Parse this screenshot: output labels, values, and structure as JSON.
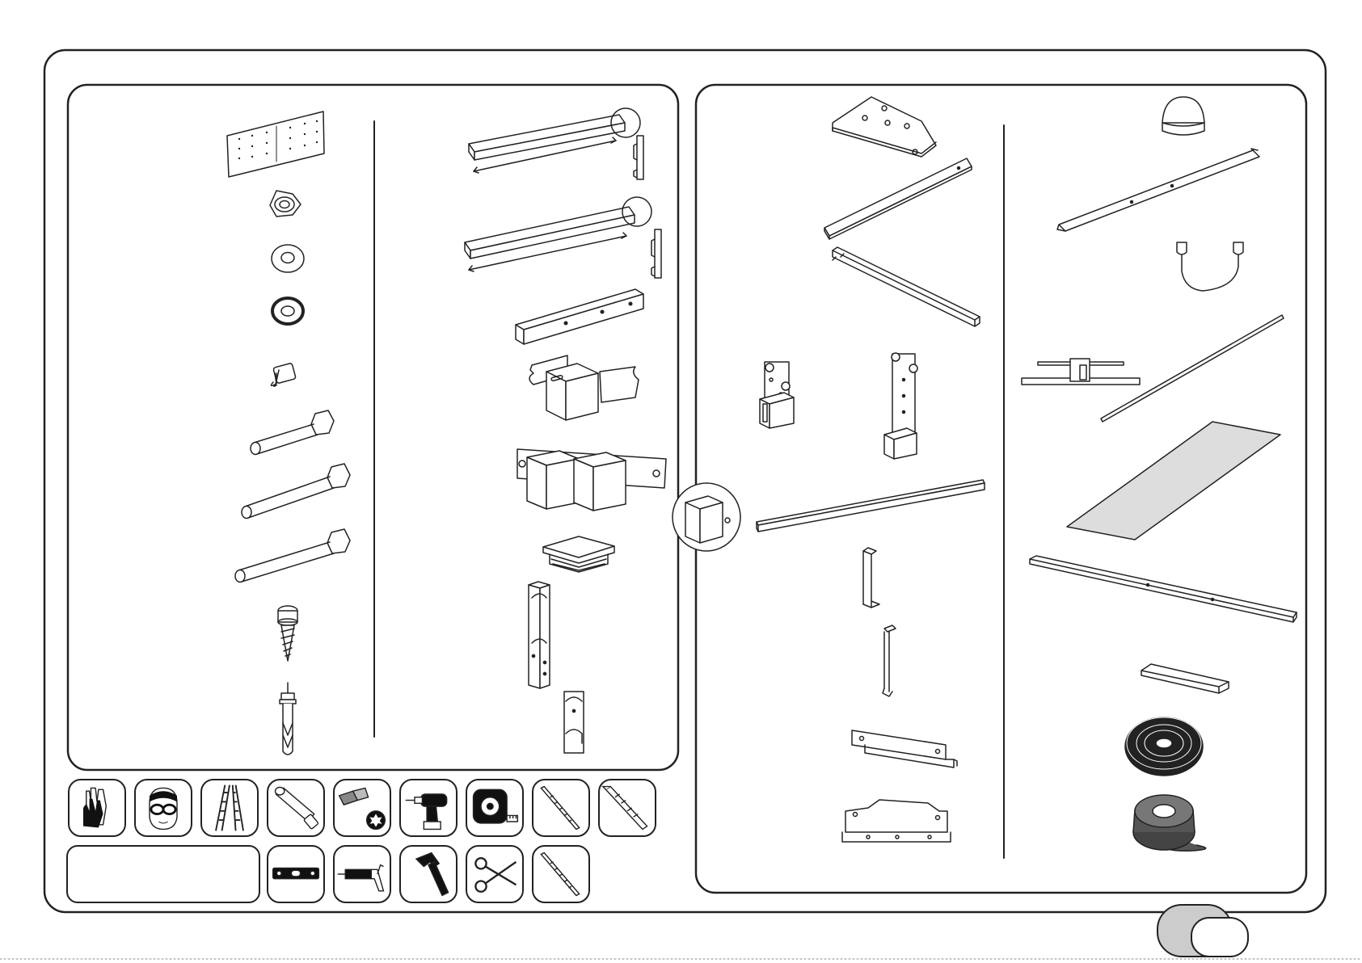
{
  "page": {
    "text": [],
    "page_number": ""
  },
  "icons": {
    "parts_left": [
      "perforated-plate",
      "lock-nut",
      "flat-washer",
      "sealing-washer",
      "short-bolt",
      "medium-bolt",
      "long-bolt",
      "extra-long-bolt",
      "wood-screw",
      "anchor-bolt"
    ],
    "parts_middle": [
      "long-rail",
      "long-rail-2",
      "short-channel",
      "single-bracket",
      "double-bracket",
      "square-end-cap",
      "tall-post-connector",
      "short-post-connector"
    ],
    "parts_right_a": [
      "corner-plate",
      "diagonal-strut",
      "diagonal-strut-2",
      "small-post-base",
      "tall-post-base",
      "square-tube-beam",
      "z-hanger",
      "z-hanger-2",
      "flat-bar-bracket",
      "u-channel-bracket"
    ],
    "parts_right_b": [
      "dome-cap",
      "flashing-strip",
      "u-clip",
      "h-profile",
      "thin-rod",
      "polycarbonate-sheet",
      "angle-profile",
      "short-angle-profile",
      "foam-tape-roll",
      "butyl-tape-roll"
    ],
    "tools": [
      "gloves-icon",
      "safety-glasses-icon",
      "ladder-icon",
      "socket-wrench-icon",
      "torx-bit-icon",
      "cordless-drill-icon",
      "tape-measure-icon",
      "drill-bit-icon",
      "masonry-bit-icon",
      "spirit-level-icon",
      "caulking-gun-icon",
      "hammer-icon",
      "scissors-icon",
      "drill-bit-2-icon"
    ]
  }
}
